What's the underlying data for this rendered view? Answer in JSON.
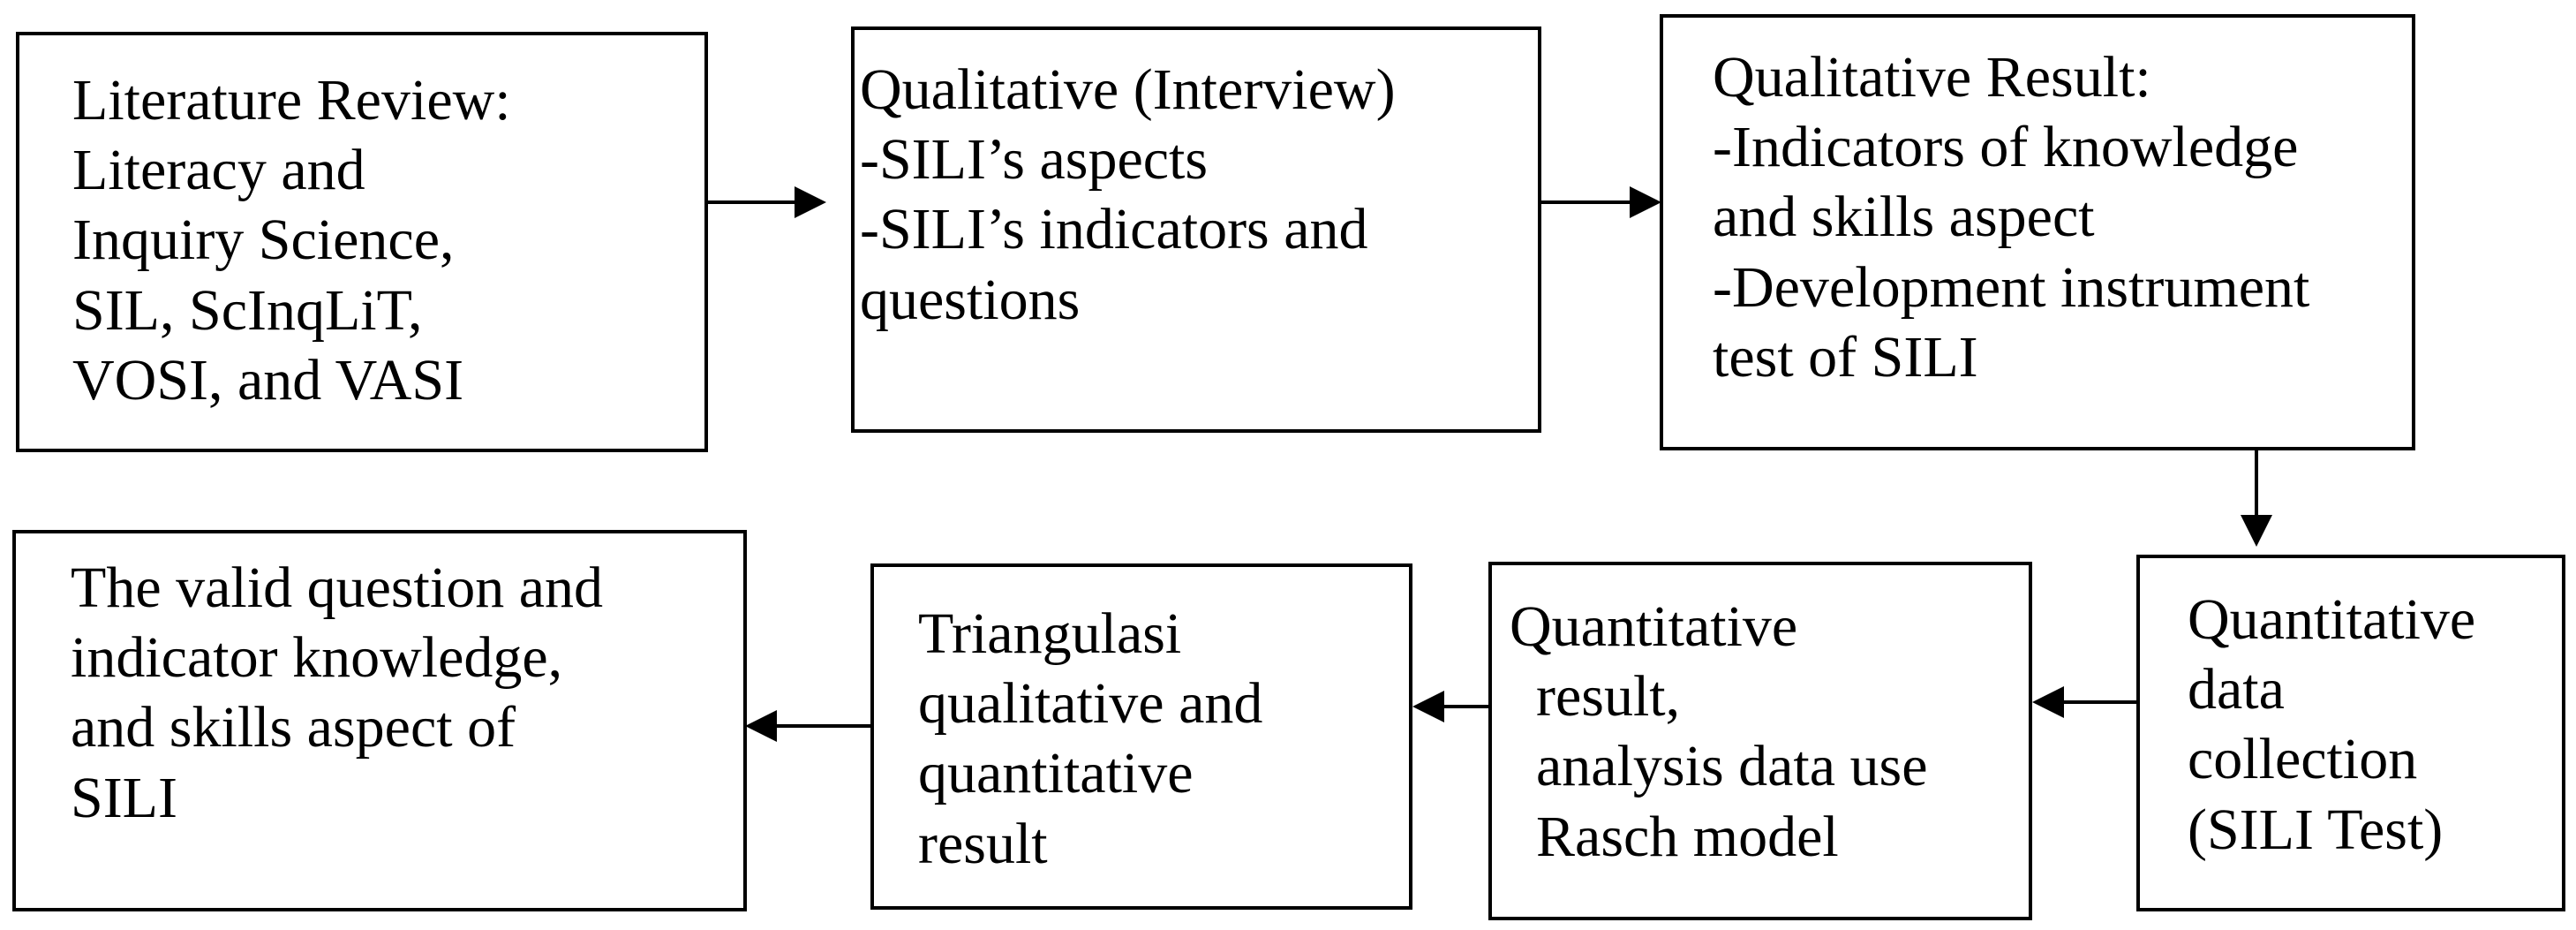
{
  "diagram": {
    "boxes": [
      {
        "id": "literature-review",
        "lines": [
          "Literature Review:",
          "Literacy and",
          "Inquiry Science,",
          "SIL, ScInqLiT,",
          "VOSI, and VASI"
        ]
      },
      {
        "id": "qualitative-interview",
        "lines": [
          "Qualitative (Interview)",
          "-SILI’s aspects",
          "-SILI’s indicators and",
          "questions"
        ]
      },
      {
        "id": "qualitative-result",
        "lines": [
          "Qualitative Result:",
          "-Indicators of knowledge",
          "and skills aspect",
          "-Development instrument",
          "test of SILI"
        ]
      },
      {
        "id": "quantitative-data-collection",
        "lines": [
          "Quantitative",
          "data",
          "collection",
          "(SILI Test)"
        ]
      },
      {
        "id": "quantitative-result",
        "lines": [
          "Quantitative",
          "result,",
          "analysis data use",
          "Rasch model"
        ]
      },
      {
        "id": "triangulasi",
        "lines": [
          "Triangulasi",
          "qualitative and",
          "quantitative",
          "result"
        ]
      },
      {
        "id": "valid-question",
        "lines": [
          "The valid question and",
          "indicator knowledge,",
          "and skills aspect of",
          "SILI"
        ]
      }
    ],
    "colors": {
      "stroke": "#000000",
      "background": "#ffffff",
      "text": "#000000"
    }
  }
}
